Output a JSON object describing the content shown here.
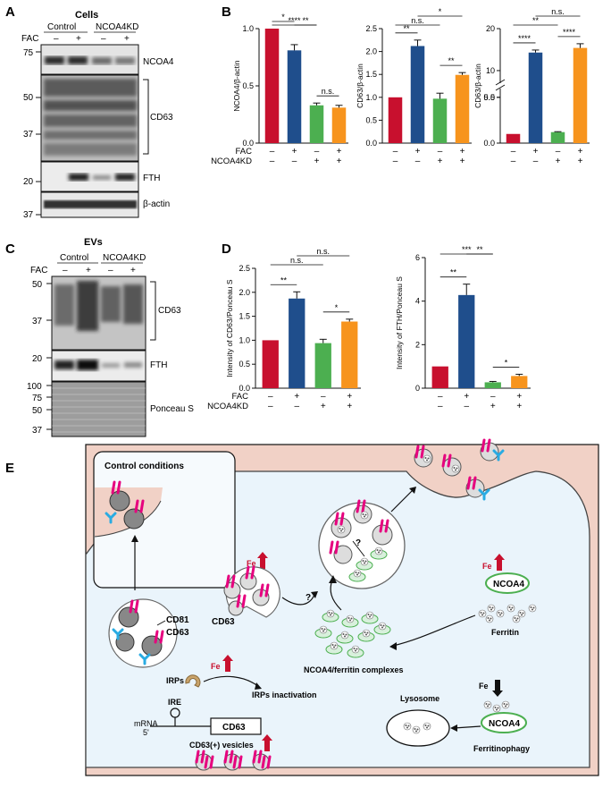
{
  "panels": {
    "A": {
      "letter": "A",
      "title": "Cells",
      "groups": [
        "Control",
        "NCOA4KD"
      ],
      "fac_label": "FAC",
      "fac_marks": [
        "–",
        "+",
        "–",
        "+"
      ],
      "mw": [
        "75",
        "50",
        "37",
        "20",
        "37"
      ],
      "labels": [
        "NCOA4",
        "CD63",
        "FTH",
        "β-actin"
      ]
    },
    "C": {
      "letter": "C",
      "title": "EVs",
      "groups": [
        "Control",
        "NCOA4KD"
      ],
      "fac_label": "FAC",
      "fac_marks": [
        "–",
        "+",
        "–",
        "+"
      ],
      "mw": [
        "50",
        "37",
        "20",
        "100",
        "75",
        "50",
        "37"
      ],
      "labels": [
        "CD63",
        "FTH",
        "Ponceau S"
      ]
    },
    "B": {
      "letter": "B"
    },
    "D": {
      "letter": "D"
    },
    "E": {
      "letter": "E",
      "control_title": "Control conditions",
      "cd81": "CD81",
      "cd63": "CD63",
      "cd63_vesicle": "CD63",
      "fe": "Fe",
      "question": "?",
      "irps": "IRPs",
      "irps_inact": "IRPs inactivation",
      "ire": "IRE",
      "mrna": "mRNA",
      "five": "5'",
      "cd63_gene": "CD63",
      "cd63_vesicles": "CD63(+) vesicles",
      "ncoa4": "NCOA4",
      "ferritin": "Ferritin",
      "complexes": "NCOA4/ferritin complexes",
      "lysosome": "Lysosome",
      "ferritinophagy": "Ferritinophagy"
    }
  },
  "colors": {
    "red": "#c8102e",
    "blue": "#1f4e8c",
    "green": "#4caf50",
    "orange": "#f7941d",
    "magenta": "#e6007e",
    "cyan": "#29abe2",
    "cell_bg": "#eaf4fb",
    "outer_bg": "#f1d1c6"
  },
  "row_fac": "FAC",
  "row_kd": "NCOA4KD",
  "row_fac_marks": [
    "–",
    "+",
    "–",
    "+"
  ],
  "row_kd_marks": [
    "–",
    "–",
    "+",
    "+"
  ],
  "chart_data": [
    {
      "id": "B1",
      "type": "bar",
      "ylabel": "NCOA4/β-actin",
      "ylim": [
        0,
        1.0
      ],
      "yticks": [
        "0.0",
        "0.5",
        "1.0"
      ],
      "values": [
        1.0,
        0.81,
        0.33,
        0.31
      ],
      "errors": [
        0,
        0.05,
        0.02,
        0.02
      ],
      "sig": [
        {
          "from": 0,
          "to": 1,
          "label": "*"
        },
        {
          "from": 0,
          "to": 2,
          "label": "****"
        },
        {
          "from": 1,
          "to": 2,
          "label": "**"
        },
        {
          "from": 2,
          "to": 3,
          "label": "n.s."
        }
      ]
    },
    {
      "id": "B2",
      "type": "bar",
      "ylabel": "CD63/β-actin",
      "ylim": [
        0,
        2.5
      ],
      "yticks": [
        "0.0",
        "0.5",
        "1.0",
        "1.5",
        "2.0",
        "2.5"
      ],
      "values": [
        1.0,
        2.12,
        0.97,
        1.49
      ],
      "errors": [
        0,
        0.13,
        0.12,
        0.05
      ],
      "sig": [
        {
          "from": 0,
          "to": 1,
          "label": "**"
        },
        {
          "from": 0,
          "to": 2,
          "label": "n.s."
        },
        {
          "from": 1,
          "to": 3,
          "label": "*"
        },
        {
          "from": 2,
          "to": 3,
          "label": "**"
        }
      ]
    },
    {
      "id": "B3",
      "type": "bar",
      "ylabel": "CD63/β-actin",
      "ylim": [
        0,
        20
      ],
      "yticks": [
        "0.0",
        "0.5",
        "5.0",
        "10",
        "20"
      ],
      "values": [
        1.0,
        14.3,
        1.2,
        15.4
      ],
      "errors": [
        0,
        0.6,
        0.05,
        1.0
      ],
      "sig": [
        {
          "from": 0,
          "to": 1,
          "label": "****"
        },
        {
          "from": 0,
          "to": 2,
          "label": "**"
        },
        {
          "from": 1,
          "to": 3,
          "label": "n.s."
        },
        {
          "from": 2,
          "to": 3,
          "label": "****"
        }
      ]
    },
    {
      "id": "D1",
      "type": "bar",
      "ylabel": "Intensity of CD63/Ponceau S",
      "ylim": [
        0,
        2.5
      ],
      "yticks": [
        "0.0",
        "0.5",
        "1.0",
        "1.5",
        "2.0",
        "2.5"
      ],
      "values": [
        1.0,
        1.87,
        0.94,
        1.39
      ],
      "errors": [
        0,
        0.14,
        0.08,
        0.05
      ],
      "sig": [
        {
          "from": 0,
          "to": 1,
          "label": "**"
        },
        {
          "from": 0,
          "to": 2,
          "label": "n.s."
        },
        {
          "from": 1,
          "to": 3,
          "label": "n.s."
        },
        {
          "from": 2,
          "to": 3,
          "label": "*"
        }
      ]
    },
    {
      "id": "D2",
      "type": "bar",
      "ylabel": "Intensity of FTH/Ponceau S",
      "ylim": [
        0,
        6
      ],
      "yticks": [
        "0",
        "2",
        "4",
        "6"
      ],
      "values": [
        1.0,
        4.28,
        0.27,
        0.56
      ],
      "errors": [
        0,
        0.5,
        0.04,
        0.08
      ],
      "sig": [
        {
          "from": 0,
          "to": 1,
          "label": "**"
        },
        {
          "from": 0,
          "to": 2,
          "label": "***"
        },
        {
          "from": 1,
          "to": 2,
          "label": "**"
        },
        {
          "from": 2,
          "to": 3,
          "label": "*"
        }
      ]
    }
  ]
}
